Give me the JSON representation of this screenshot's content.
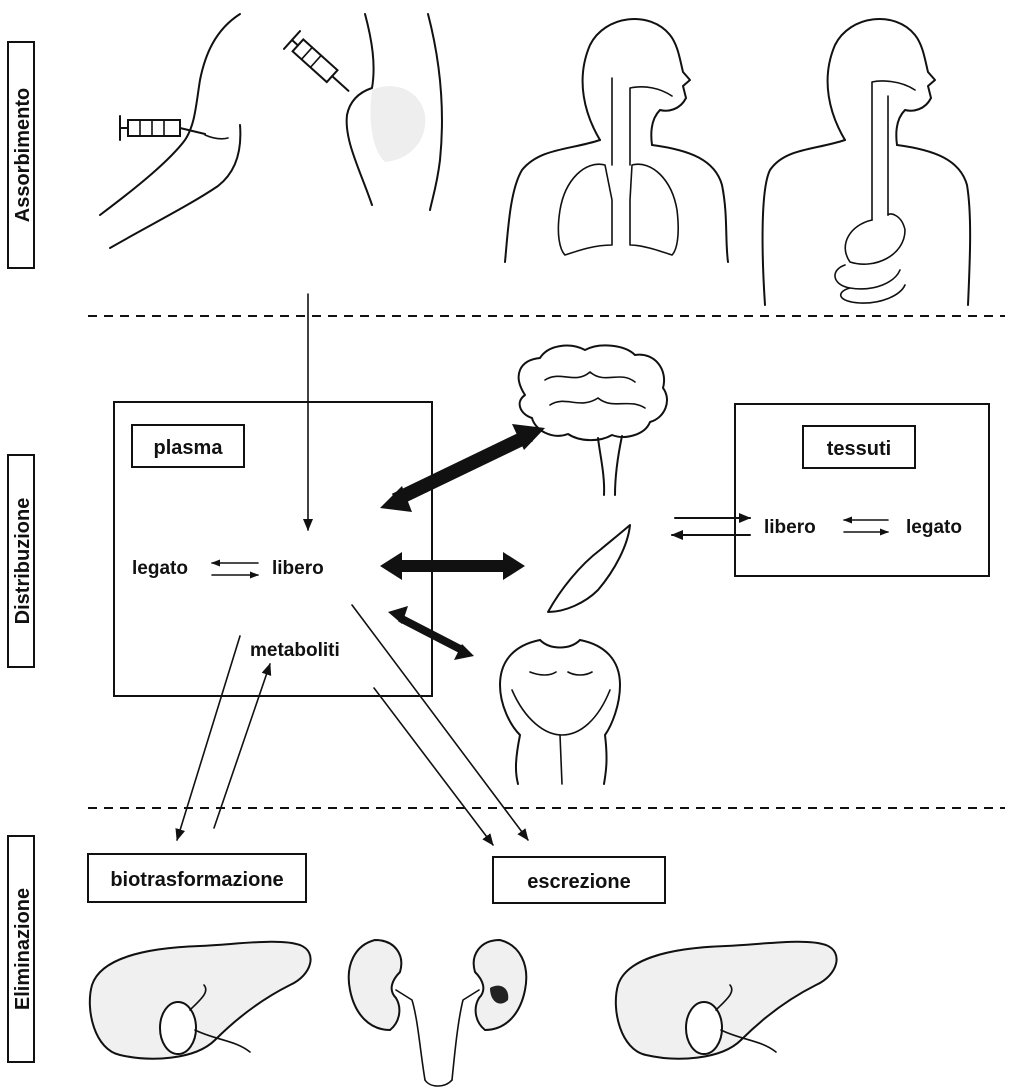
{
  "sections": {
    "absorption": "Assorbimento",
    "distribution": "Distribuzione",
    "elimination": "Eliminazione"
  },
  "plasma": {
    "title": "plasma",
    "bound": "legato",
    "free": "libero",
    "metabolites": "metaboliti"
  },
  "tissues": {
    "title": "tessuti",
    "free": "libero",
    "bound": "legato"
  },
  "elimination": {
    "biotransformation": "biotrasformazione",
    "excretion": "escrezione"
  },
  "icons": [
    "syringe-icon",
    "arm-icon",
    "buttock-icon",
    "lungs-icon",
    "digestive-tract-icon",
    "brain-icon",
    "muscle-icon",
    "fat-body-icon",
    "liver-icon",
    "kidneys-icon"
  ]
}
